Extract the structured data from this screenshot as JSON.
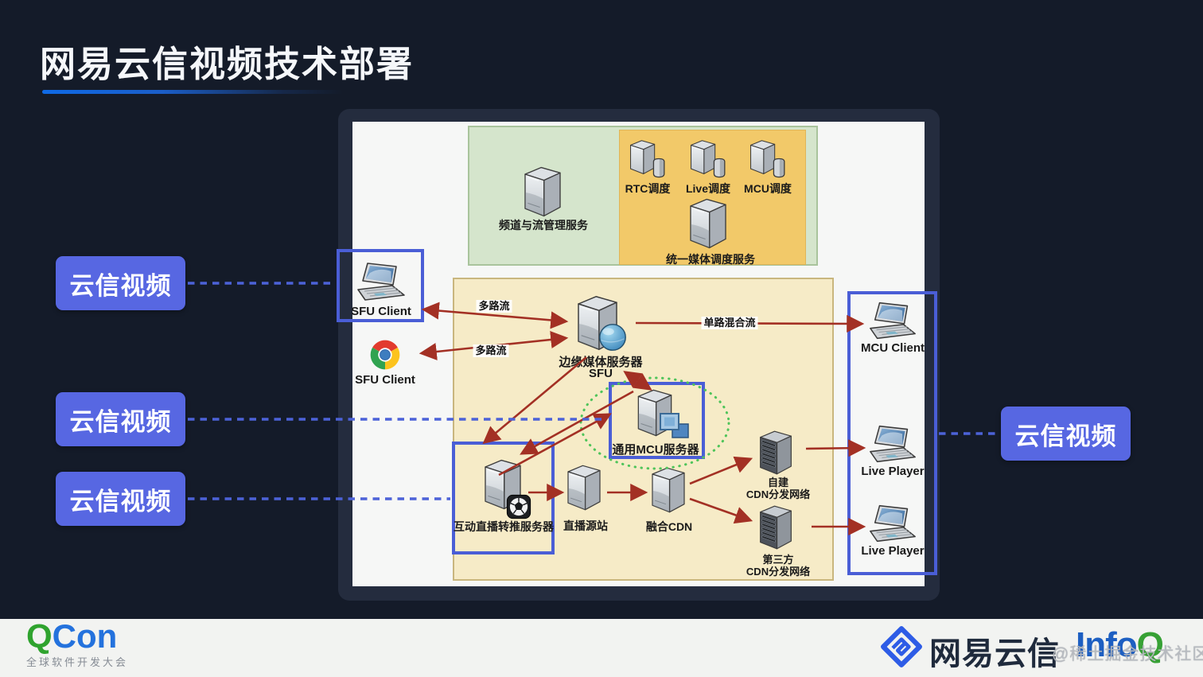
{
  "title": "网易云信视频技术部署",
  "chips": {
    "left": [
      {
        "label": "云信视频"
      },
      {
        "label": "云信视频"
      },
      {
        "label": "云信视频"
      }
    ],
    "right": {
      "label": "云信视频"
    }
  },
  "diagram": {
    "scheduling": {
      "channel_service": "频道与流管理服务",
      "rtc": "RTC调度",
      "live": "Live调度",
      "mcu": "MCU调度",
      "unified": "统一媒体调度服务"
    },
    "left_clients": {
      "sfu_laptop": "SFU Client",
      "sfu_browser": "SFU Client"
    },
    "right_clients": {
      "mcu_client": "MCU Client",
      "live_player_1": "Live Player",
      "live_player_2": "Live Player"
    },
    "servers": {
      "edge_line1": "边缘媒体服务器",
      "edge_line2": "SFU",
      "mcu": "通用MCU服务器",
      "push": "互动直播转推服务器",
      "origin": "直播源站",
      "fusion_cdn": "融合CDN",
      "own_cdn_line1": "自建",
      "own_cdn_line2": "CDN分发网络",
      "third_cdn_line1": "第三方",
      "third_cdn_line2": "CDN分发网络"
    },
    "flow_labels": {
      "multi_1": "多路流",
      "multi_2": "多路流",
      "single_mixed": "单路混合流"
    }
  },
  "footer": {
    "qcon_q": "Q",
    "qcon_rest": "Con",
    "qcon_subtitle": "全球软件开发大会",
    "netease": "网易云信",
    "infoq_info": "Info",
    "infoq_q": "Q",
    "watermark": "@稀土掘金技术社区"
  },
  "colors": {
    "background": "#141b29",
    "accent_blue": "#5767e2",
    "arrow_red": "#a33024",
    "dashed_link_blue": "#4c62d8",
    "zone_green": "#d5e5cc",
    "zone_orange": "#f2c969",
    "zone_yellow": "#f6ebc7"
  }
}
